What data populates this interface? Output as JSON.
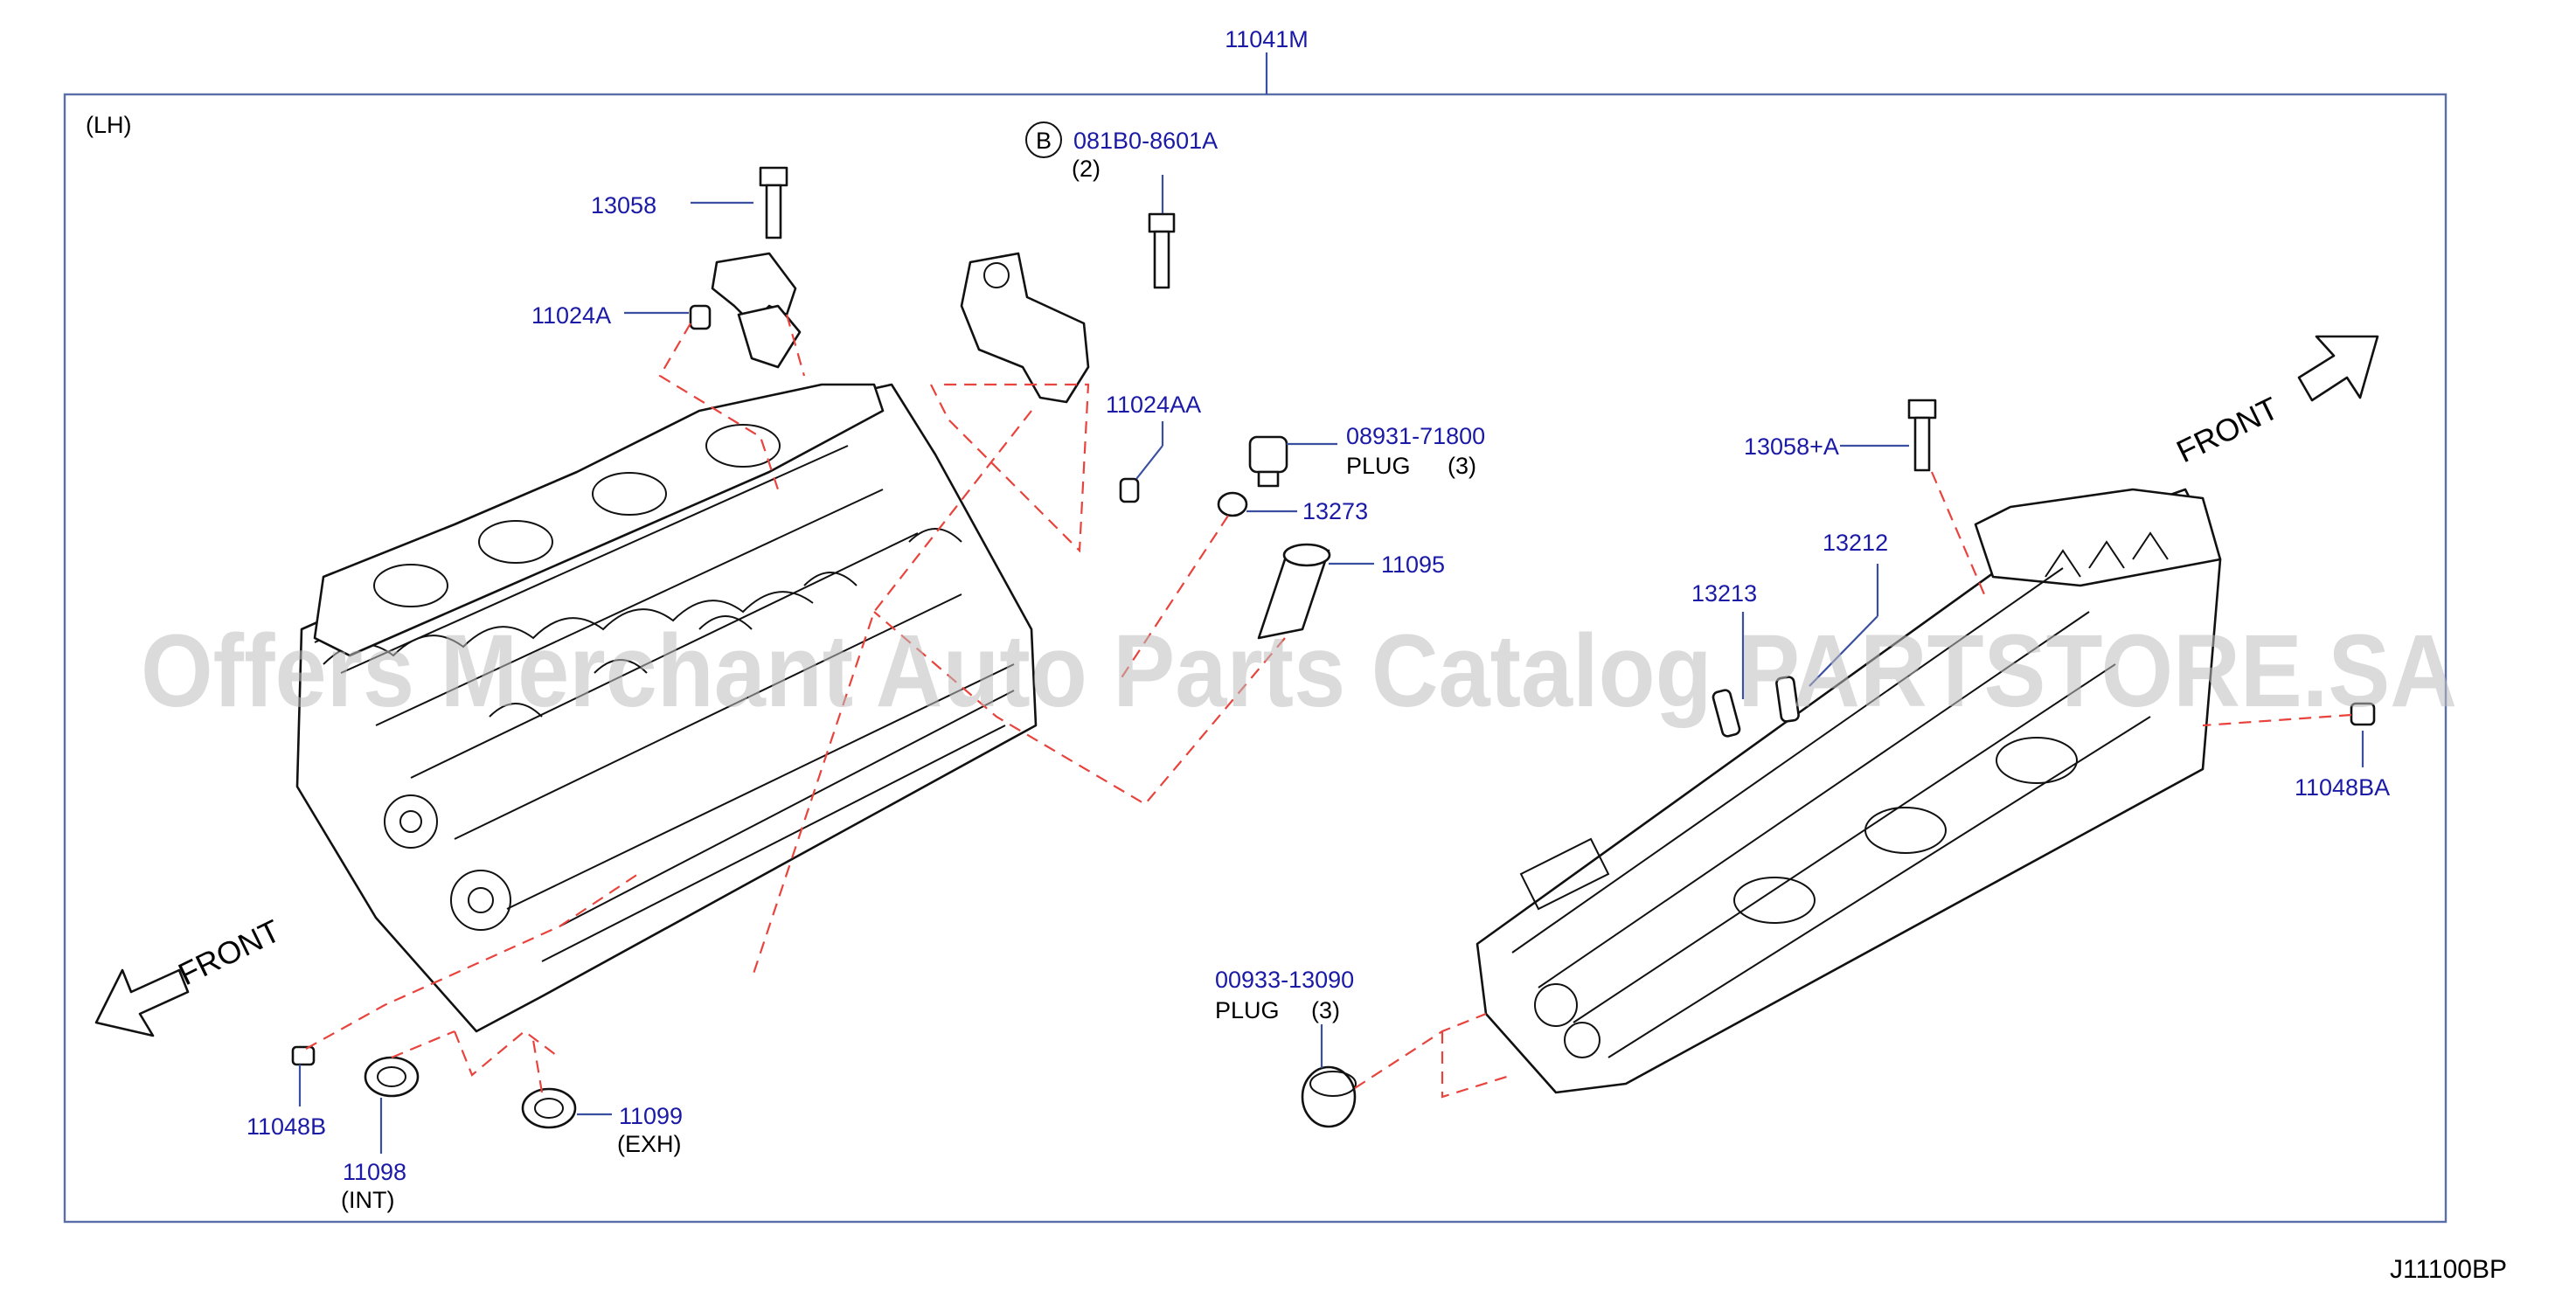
{
  "assembly": {
    "number": "11041M",
    "side": "(LH)"
  },
  "watermark": "Offers Merchant Auto Parts Catalog PARTSTORE.SA",
  "diagram_code": "J11100BP",
  "front_labels": {
    "left": "FRONT",
    "right": "FRONT"
  },
  "callouts": {
    "bolt_ref": {
      "badge": "B",
      "number": "081B0-8601A",
      "qty": "(2)"
    },
    "p13058": "13058",
    "p11024A": "11024A",
    "p11024AA": "11024AA",
    "p08931": {
      "number": "08931-71800",
      "desc": "PLUG",
      "qty": "(3)"
    },
    "p13273": "13273",
    "p11095": "11095",
    "p13058A": "13058+A",
    "p13212": "13212",
    "p13213": "13213",
    "p11048BA": "11048BA",
    "p00933": {
      "number": "00933-13090",
      "desc": "PLUG",
      "qty": "(3)"
    },
    "p11048B": "11048B",
    "p11098": {
      "number": "11098",
      "note": "(INT)"
    },
    "p11099": {
      "number": "11099",
      "note": "(EXH)"
    }
  }
}
